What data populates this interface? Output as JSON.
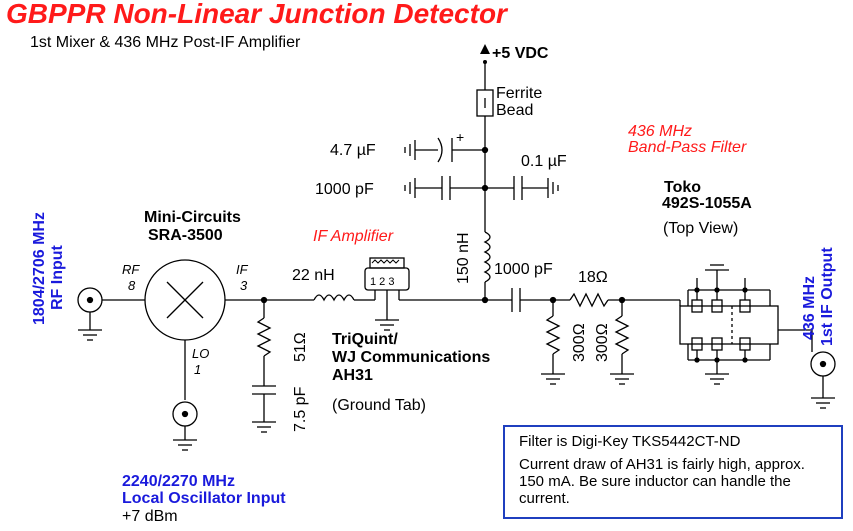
{
  "title": "GBPPR Non-Linear Junction Detector",
  "subtitle": "1st Mixer & 436 MHz Post-IF Amplifier",
  "supply": "+5 VDC",
  "ferrite": [
    "Ferrite",
    "Bead"
  ],
  "cap_4u7": "4.7 µF",
  "cap_1000p_a": "1000 pF",
  "cap_0u1": "0.1 µF",
  "polarity": "+",
  "filter_label": [
    "436 MHz",
    "Band-Pass Filter"
  ],
  "toko": [
    "Toko",
    "492S-1055A"
  ],
  "top_view": "(Top View)",
  "rf_input": [
    "1804/2706 MHz",
    "RF Input"
  ],
  "mixer": [
    "Mini-Circuits",
    "SRA-3500"
  ],
  "port_rf": [
    "RF",
    "8"
  ],
  "port_if": [
    "IF",
    "3"
  ],
  "port_lo": [
    "LO",
    "1"
  ],
  "if_amp": "IF Amplifier",
  "ind_22n": "22 nH",
  "ind_150n": "150 nH",
  "cap_1000p_b": "1000 pF",
  "res_18": "18Ω",
  "res_51": "51Ω",
  "res_300a": "300Ω",
  "res_300b": "300Ω",
  "cap_7p5": "7.5 pF",
  "amp_pins": "1 2 3",
  "amp_part": [
    "TriQuint/",
    "WJ Communications",
    "AH31"
  ],
  "ground_tab": "(Ground Tab)",
  "if_output": [
    "436 MHz",
    "1st IF Output"
  ],
  "lo_input": [
    "2240/2270 MHz",
    "Local Oscillator Input"
  ],
  "lo_level": "+7 dBm",
  "note_line1": "Filter is Digi-Key TKS5442CT-ND",
  "note_line2": "Current draw of AH31 is fairly high, approx. 150 mA. Be sure inductor can handle the current.",
  "colors": {
    "red": "#ff1a1a",
    "blue": "#1a1adc",
    "box": "#1f3fbf"
  }
}
